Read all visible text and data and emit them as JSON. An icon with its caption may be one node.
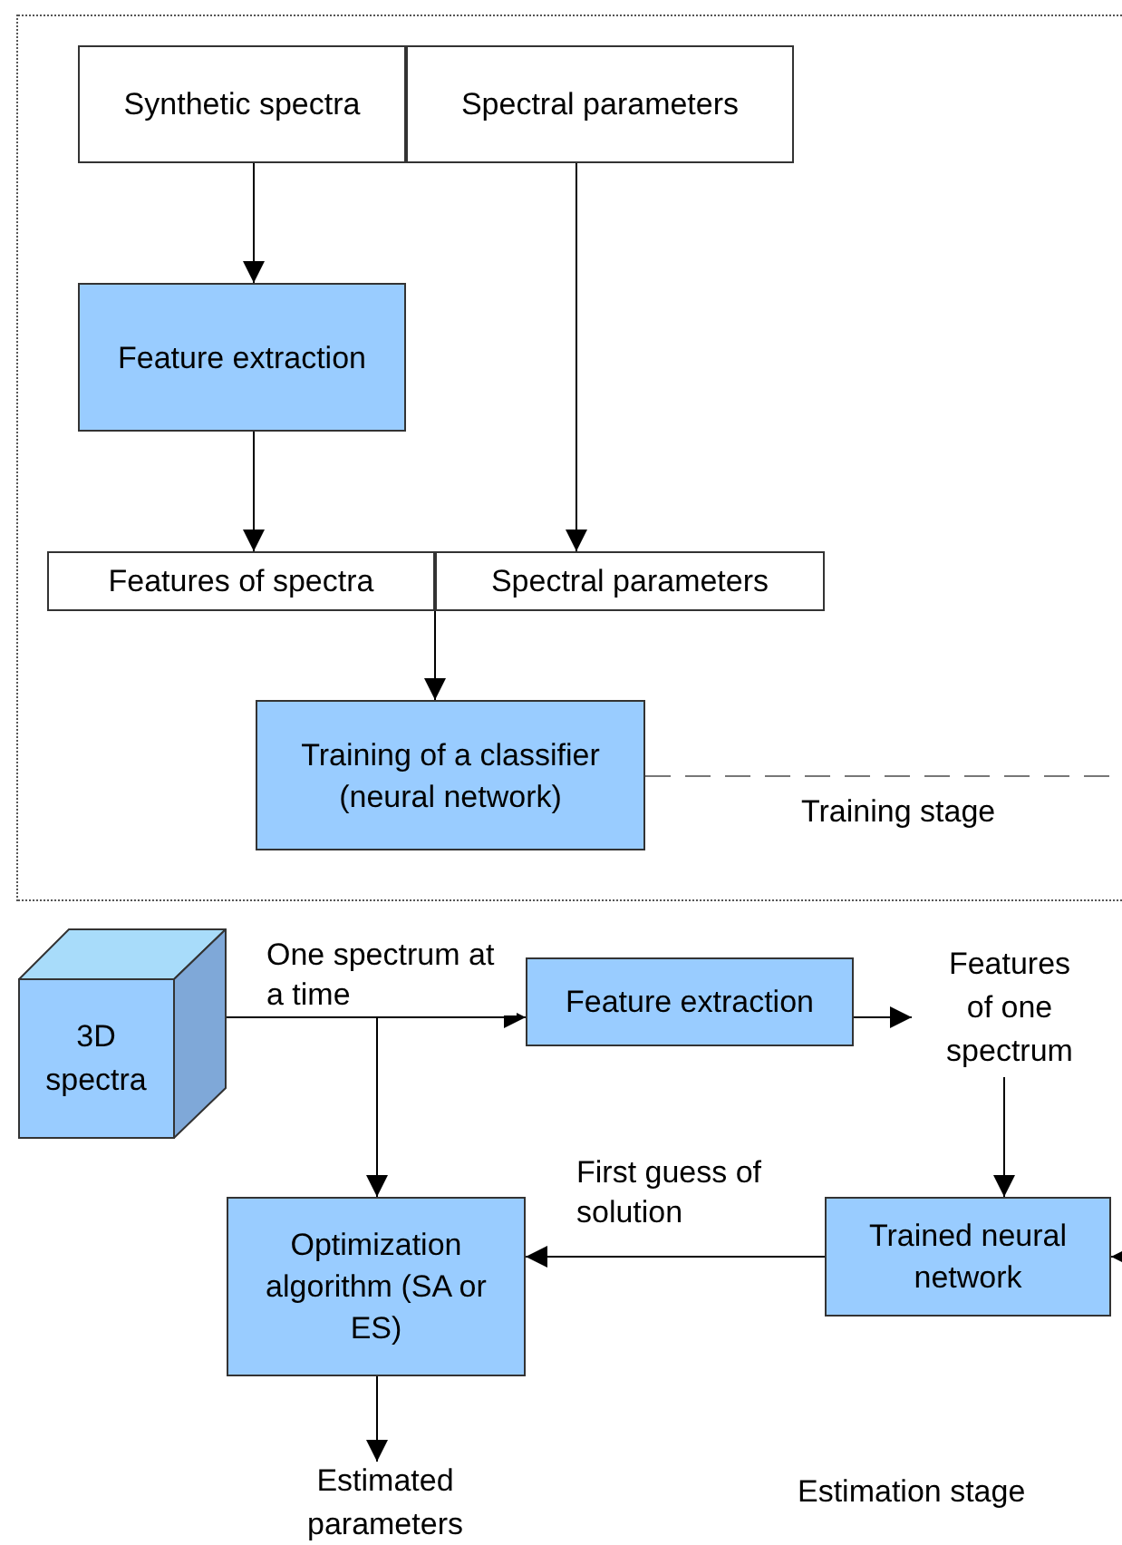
{
  "diagram": {
    "nodes": [
      {
        "text": [
          "Training stage"
        ]
      },
      {
        "text": [
          "Synthetic spectra"
        ],
        "in": 0
      },
      {
        "text": [
          "Spectral parameters"
        ],
        "in": 0
      },
      {
        "text": [
          "Feature extraction"
        ],
        "in": 0
      },
      {
        "text": [
          "Features of spectra"
        ],
        "in": 0
      },
      {
        "text": [
          "Spectral parameters"
        ],
        "in": 0
      },
      {
        "text": [
          "Training of a classifier (neural network)"
        ],
        "in": 0
      },
      {
        "text": [
          "3D spectra"
        ]
      },
      {
        "text": [
          "Feature extraction"
        ]
      },
      {
        "text": [
          "Features of one spectrum"
        ]
      },
      {
        "text": [
          "Trained neural network"
        ]
      },
      {
        "text": [
          "Optimization algorithm (SA or ES)"
        ]
      },
      {
        "text": [
          "Estimated parameters"
        ]
      }
    ],
    "edges": [
      {
        "from": 1,
        "to": 3,
        "arrow": "to"
      },
      {
        "from": 2,
        "to": 5,
        "arrow": "to"
      },
      {
        "from": 3,
        "to": 4,
        "arrow": "to"
      },
      {
        "from": 4,
        "to": 6,
        "arrow": "to"
      },
      {
        "from": 5,
        "to": 6,
        "arrow": "to"
      },
      {
        "from": 6,
        "to": null,
        "arrow": "none",
        "style": "dashed",
        "color": "#777777"
      },
      {
        "from": 7,
        "to": 8,
        "arrow": "to",
        "label": "One spectrum at a time"
      },
      {
        "from": 7,
        "to": 11,
        "arrow": "to"
      },
      {
        "from": 8,
        "to": 9,
        "arrow": "to"
      },
      {
        "from": 9,
        "to": 10,
        "arrow": "to"
      },
      {
        "from": 10,
        "to": 11,
        "arrow": "to",
        "label": "First guess of solution"
      },
      {
        "from": null,
        "to": 10,
        "arrow": "to"
      },
      {
        "from": 11,
        "to": 12,
        "arrow": "to"
      }
    ],
    "labels": [
      "Estimation stage"
    ]
  }
}
